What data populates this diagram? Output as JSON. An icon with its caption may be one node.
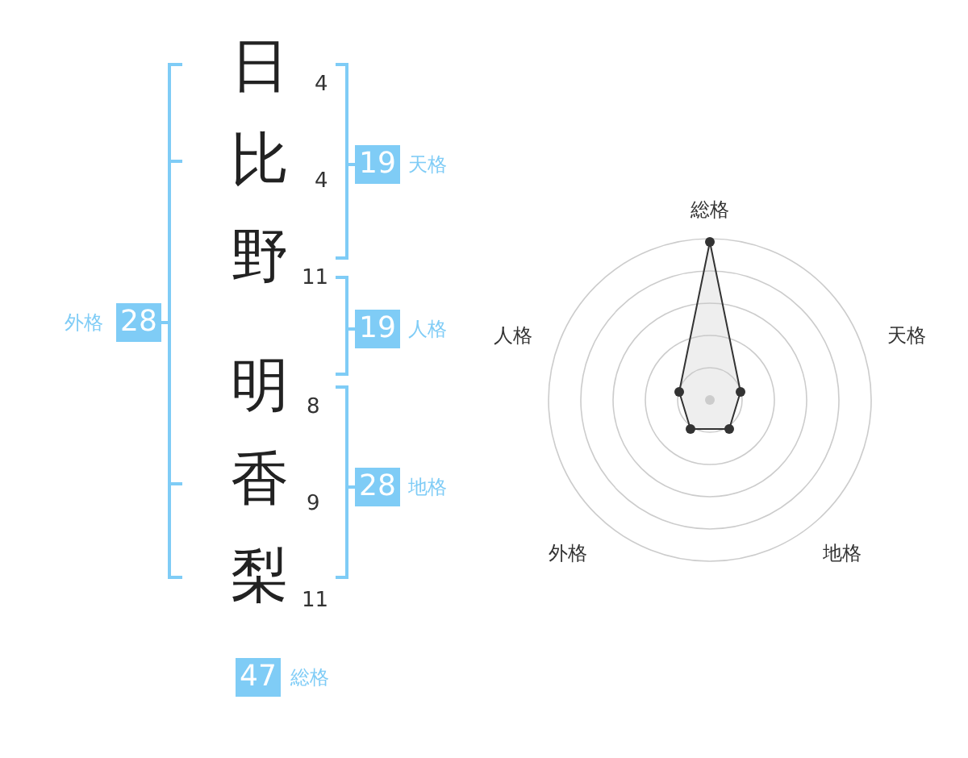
{
  "diagram": {
    "nodes": [
      {
        "text": [
          "19"
        ],
        "beside": [
          "天格"
        ]
      },
      {
        "text": [
          "19"
        ],
        "beside": [
          "人格"
        ]
      },
      {
        "text": [
          "28"
        ],
        "beside": [
          "地格"
        ]
      },
      {
        "text": [
          "28"
        ],
        "beside": [
          "外格"
        ]
      },
      {
        "text": [
          "47"
        ],
        "beside": [
          "総格"
        ]
      }
    ],
    "labels": [
      "日",
      "4",
      "比",
      "4",
      "野",
      "11",
      "明",
      "8",
      "香",
      "9",
      "梨",
      "11",
      "総格",
      "人格",
      "天格",
      "外格",
      "地格"
    ]
  }
}
